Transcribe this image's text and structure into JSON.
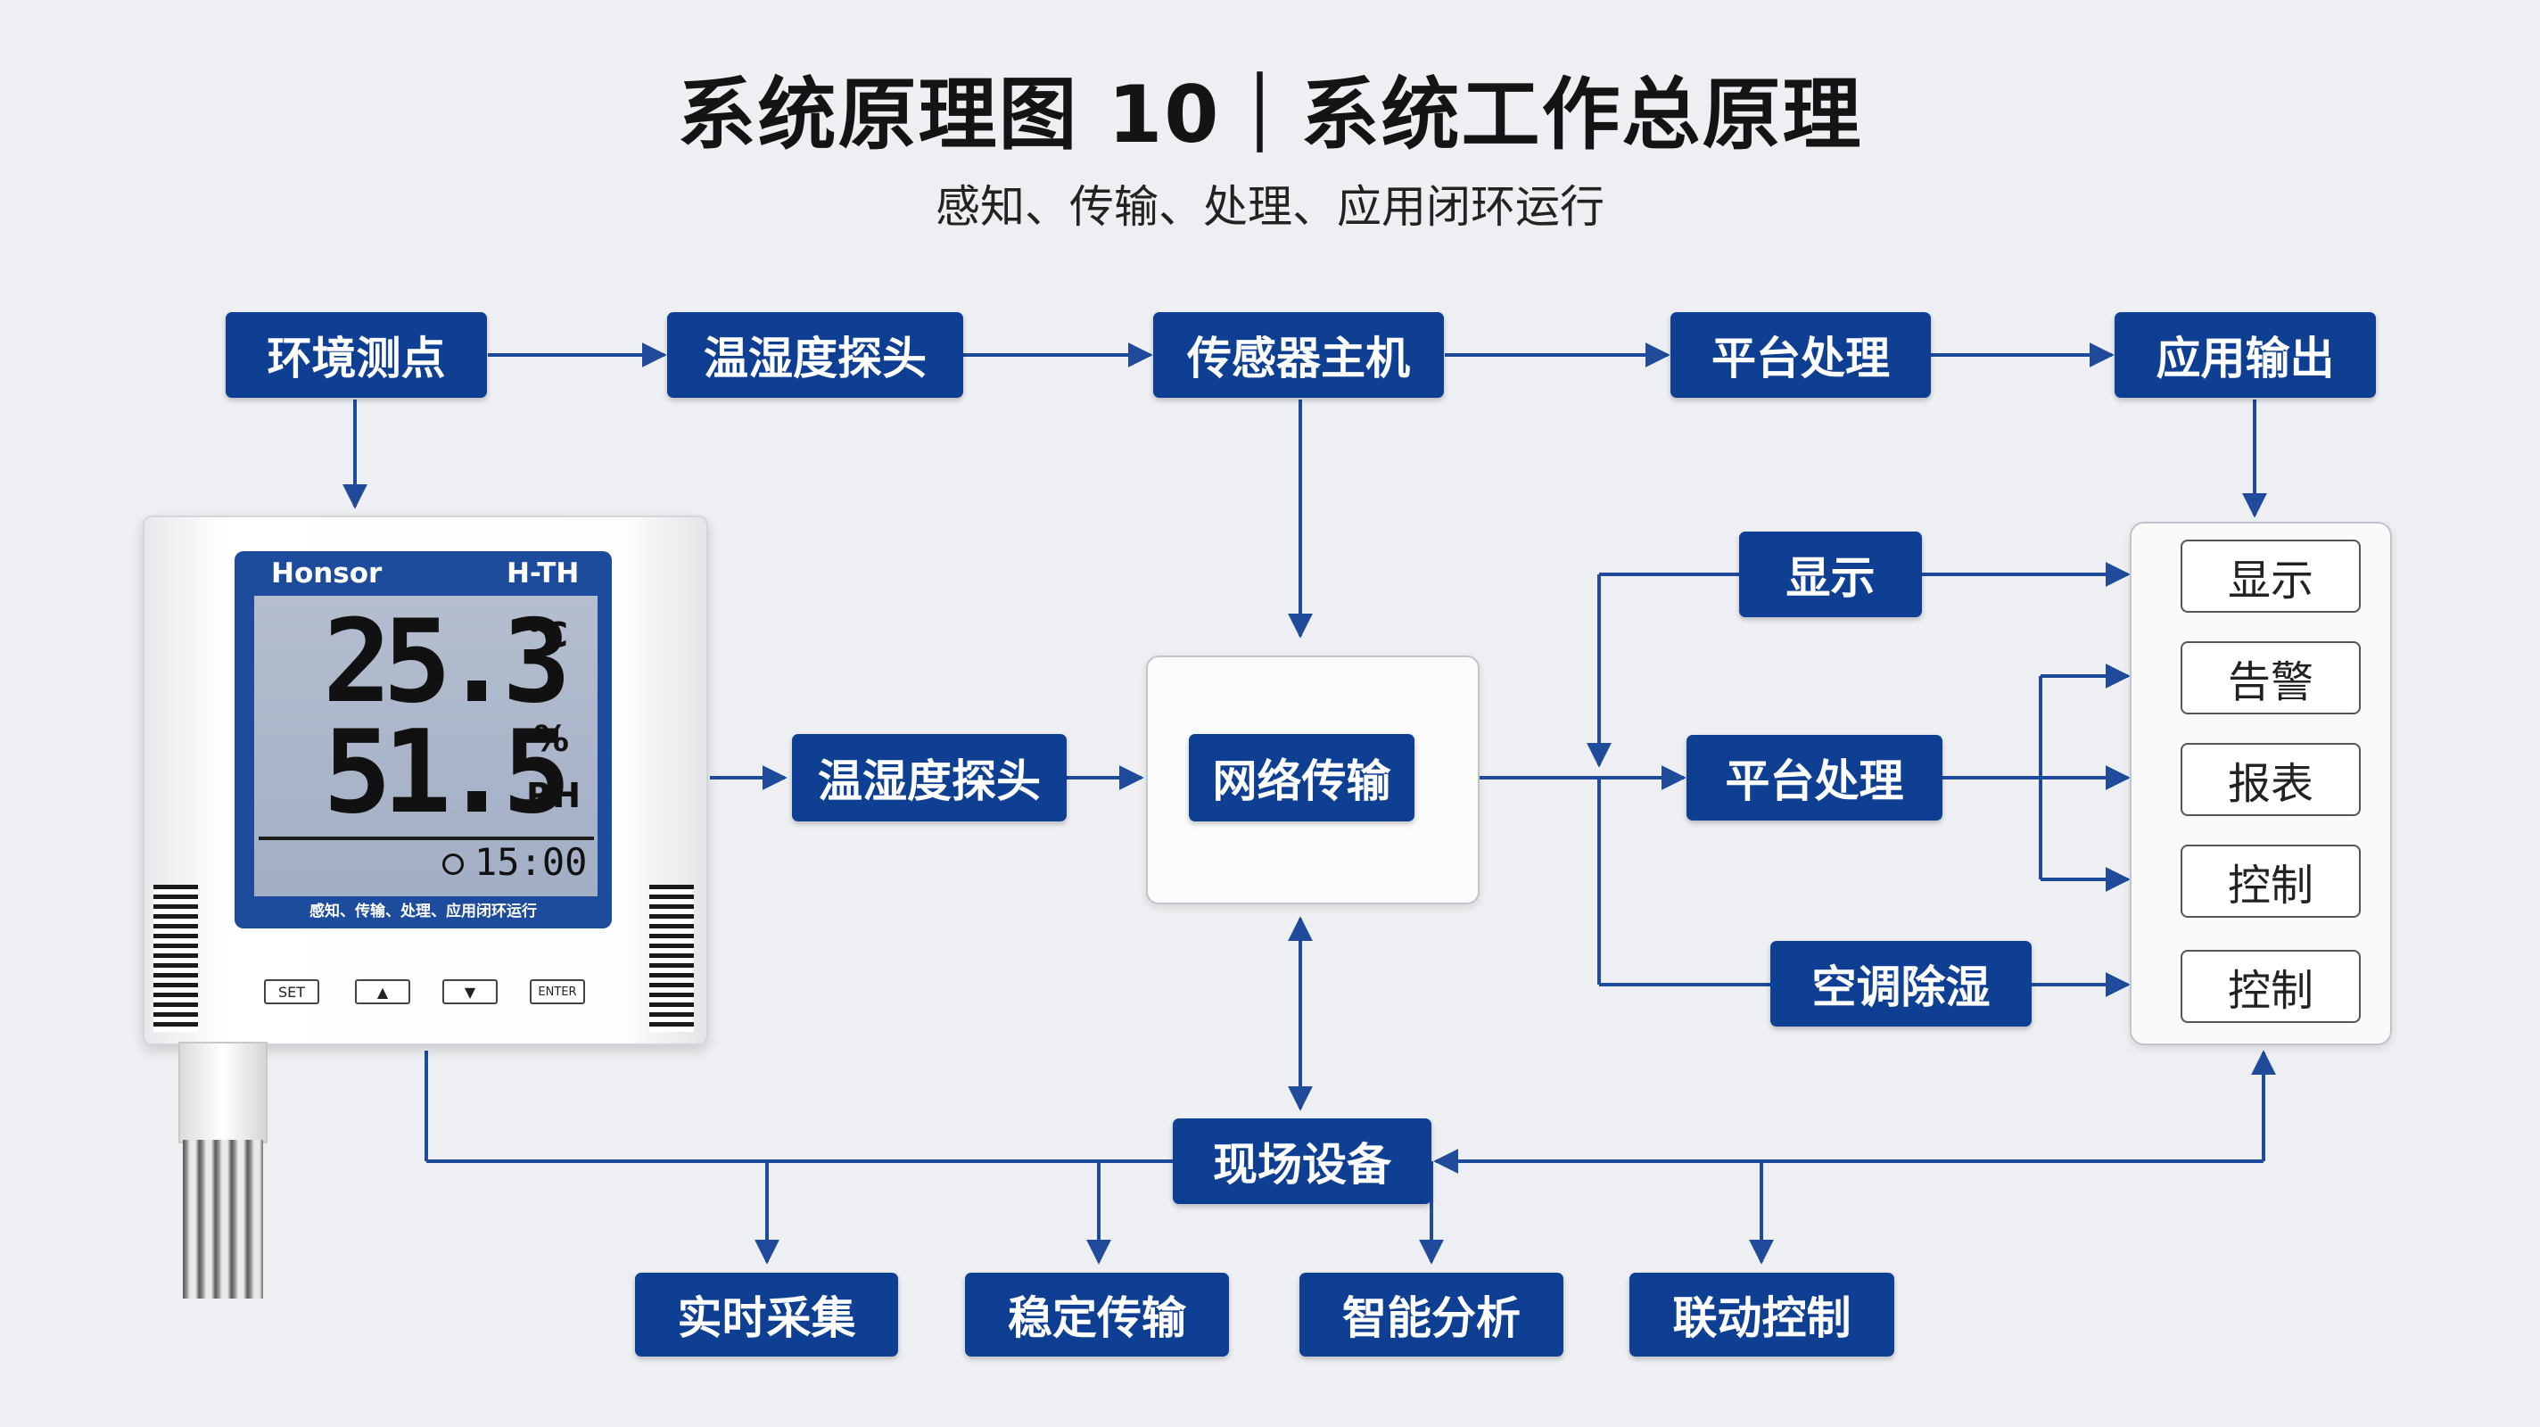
{
  "header": {
    "title": "系统原理图 10｜系统工作总原理",
    "subtitle": "感知、传输、处理、应用闭环运行"
  },
  "colors": {
    "background": "#edeff2",
    "node_fill": "#0f3f93",
    "node_text": "#ffffff",
    "arrow": "#1f4b9a"
  },
  "top_flow": [
    "环境测点",
    "温湿度探头",
    "传感器主机",
    "平台处理",
    "应用输出"
  ],
  "middle": {
    "probe": "温湿度探头",
    "hub": "网络传输",
    "display_node": "显示",
    "platform_node": "平台处理",
    "ac_node": "空调除湿"
  },
  "outputs": [
    "显示",
    "告警",
    "报表",
    "控制",
    "控制"
  ],
  "field": {
    "node": "现场设备",
    "features": [
      "实时采集",
      "稳定传输",
      "智能分析",
      "联动控制"
    ]
  },
  "device": {
    "brand": "Honsor",
    "model": "H-TH",
    "temperature": "25.3",
    "temp_unit": "°C",
    "humidity": "51.5",
    "humidity_unit": "%",
    "humidity_suffix": "RH",
    "time": "15:00",
    "caption": "感知、传输、处理、应用闭环运行",
    "buttons": [
      "SET",
      "▲",
      "▼",
      "ENTER"
    ]
  }
}
